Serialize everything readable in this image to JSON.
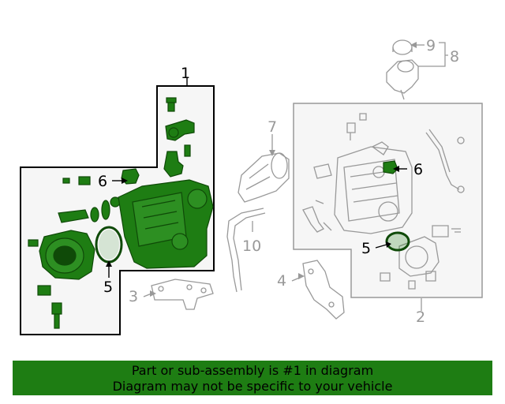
{
  "callouts": {
    "c1": "1",
    "c2": "2",
    "c3": "3",
    "c4": "4",
    "c5a": "5",
    "c5b": "5",
    "c6a": "6",
    "c6b": "6",
    "c7": "7",
    "c8": "8",
    "c9": "9",
    "c10": "10"
  },
  "banner": {
    "line1": "Part or sub-assembly is #1 in diagram",
    "line2": "Diagram may not be specific to your vehicle"
  },
  "colors": {
    "highlight": "#1e7d13",
    "highlight_dark": "#0f4a08",
    "line_grey": "#999999",
    "panel_fill": "#f4f4f4"
  }
}
